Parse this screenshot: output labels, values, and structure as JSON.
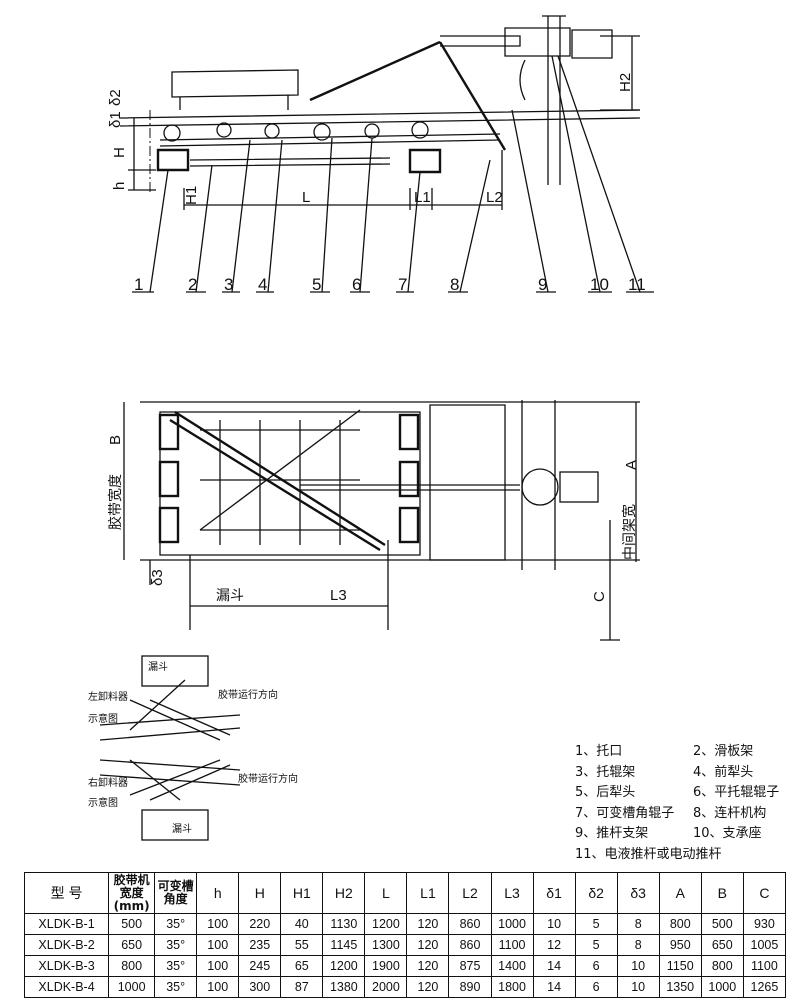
{
  "side_view": {
    "part_numbers": [
      "1",
      "2",
      "3",
      "4",
      "5",
      "6",
      "7",
      "8",
      "9",
      "10",
      "11"
    ],
    "dimensions": {
      "delta1": "δ1",
      "delta2": "δ2",
      "H": "H",
      "h": "h",
      "H1": "H1",
      "L": "L",
      "L1": "L1",
      "L2": "L2",
      "H2": "H2"
    }
  },
  "top_view": {
    "belt_width": "胶带宽度",
    "B": "B",
    "middle_frame_width": "中间架宽",
    "A": "A",
    "delta3": "δ3",
    "hopper": "漏斗",
    "L3": "L3",
    "C": "C"
  },
  "schematics": {
    "hopper_label": "漏斗",
    "left_label_1": "左卸料器",
    "left_label_2": "示意图",
    "right_label_1": "右卸料器",
    "right_label_2": "示意图",
    "direction_label": "胶带运行方向"
  },
  "legend": [
    [
      "1、托口",
      "2、滑板架"
    ],
    [
      "3、托辊架",
      "4、前犁头"
    ],
    [
      "5、后犁头",
      "6、平托辊辊子"
    ],
    [
      "7、可变槽角辊子",
      "8、连杆机构"
    ],
    [
      "9、推杆支架",
      "10、支承座"
    ],
    [
      "11、电液推杆或电动推杆",
      ""
    ]
  ],
  "table": {
    "headers": [
      "型 号",
      "胶带机宽度(mm)",
      "可变槽角度",
      "h",
      "H",
      "H1",
      "H2",
      "L",
      "L1",
      "L2",
      "L3",
      "δ1",
      "δ2",
      "δ3",
      "A",
      "B",
      "C"
    ],
    "rows": [
      [
        "XLDK-B-1",
        "500",
        "35°",
        "100",
        "220",
        "40",
        "1130",
        "1200",
        "120",
        "860",
        "1000",
        "10",
        "5",
        "8",
        "800",
        "500",
        "930"
      ],
      [
        "XLDK-B-2",
        "650",
        "35°",
        "100",
        "235",
        "55",
        "1145",
        "1300",
        "120",
        "860",
        "1100",
        "12",
        "5",
        "8",
        "950",
        "650",
        "1005"
      ],
      [
        "XLDK-B-3",
        "800",
        "35°",
        "100",
        "245",
        "65",
        "1200",
        "1900",
        "120",
        "875",
        "1400",
        "14",
        "6",
        "10",
        "1150",
        "800",
        "1100"
      ],
      [
        "XLDK-B-4",
        "1000",
        "35°",
        "100",
        "300",
        "87",
        "1380",
        "2000",
        "120",
        "890",
        "1800",
        "14",
        "6",
        "10",
        "1350",
        "1000",
        "1265"
      ]
    ]
  }
}
